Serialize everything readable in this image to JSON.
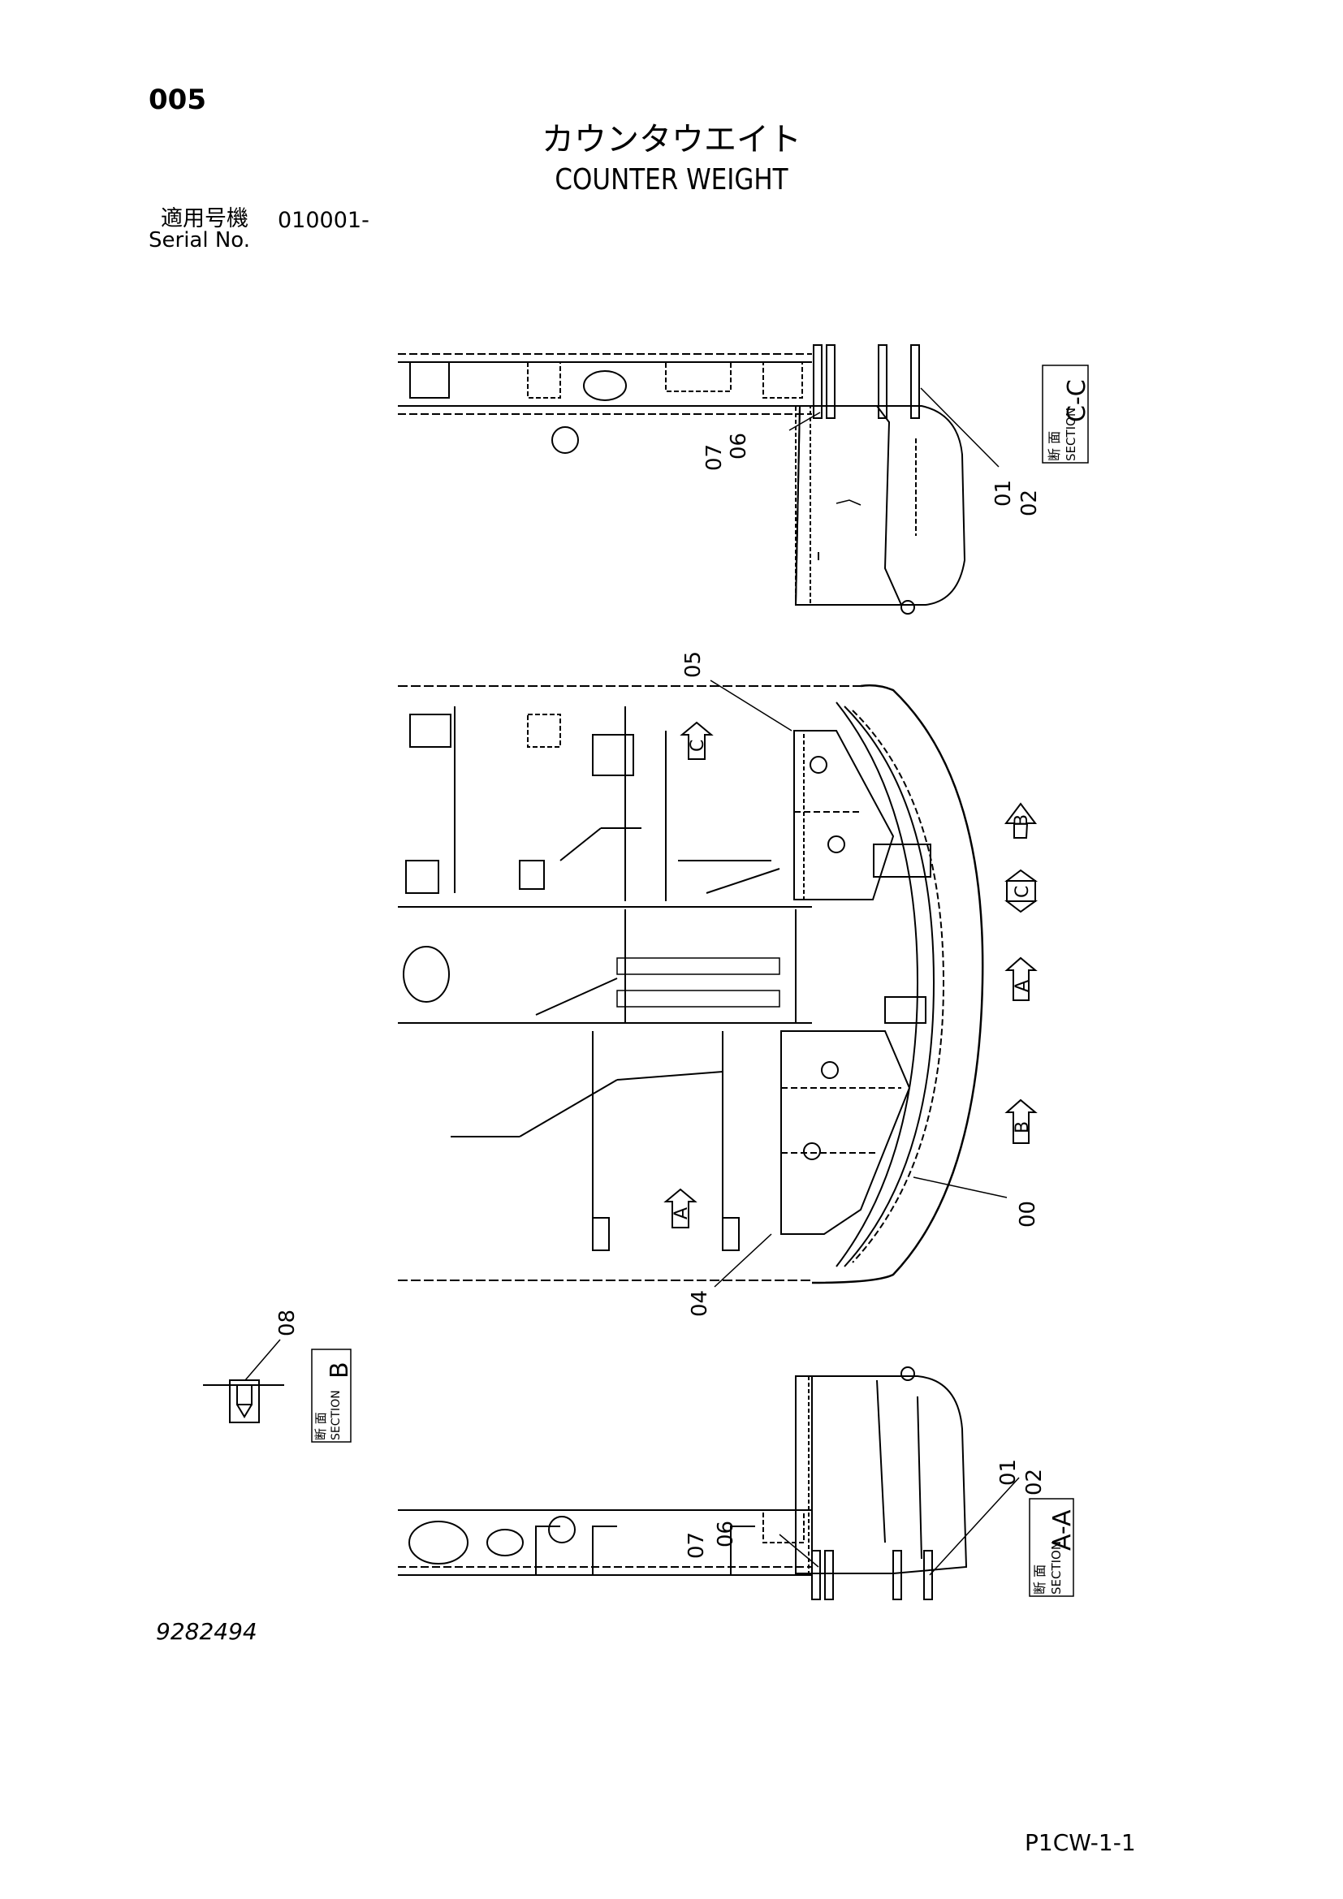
{
  "page_number": "005",
  "title_jp": "カウンタウエイト",
  "title_en": "COUNTER WEIGHT",
  "serial_label_jp": "適用号機",
  "serial_value": "010001-",
  "serial_label_en": "Serial No.",
  "document_number": "9282494",
  "sheet_code": "P1CW-1-1",
  "callouts": {
    "c00": "00",
    "c01": "01",
    "c02": "02",
    "c04": "04",
    "c05": "05",
    "c06": "06",
    "c07": "07",
    "c08": "08",
    "c01b": "01",
    "c02b": "02",
    "c06b": "06",
    "c07b": "07"
  },
  "section_labels": {
    "section_cc": {
      "jp": "断 面",
      "en": "SECTION",
      "letter": "C-C"
    },
    "section_b": {
      "jp": "断 面",
      "en": "SECTION",
      "letter": "B"
    },
    "section_aa": {
      "jp": "断 面",
      "en": "SECTION",
      "letter": "A-A"
    }
  },
  "view_markers": {
    "b_top": "B",
    "c_right": "C",
    "a_mid": "A",
    "b_low": "B",
    "c_inner": "C",
    "a_inner": "A"
  }
}
